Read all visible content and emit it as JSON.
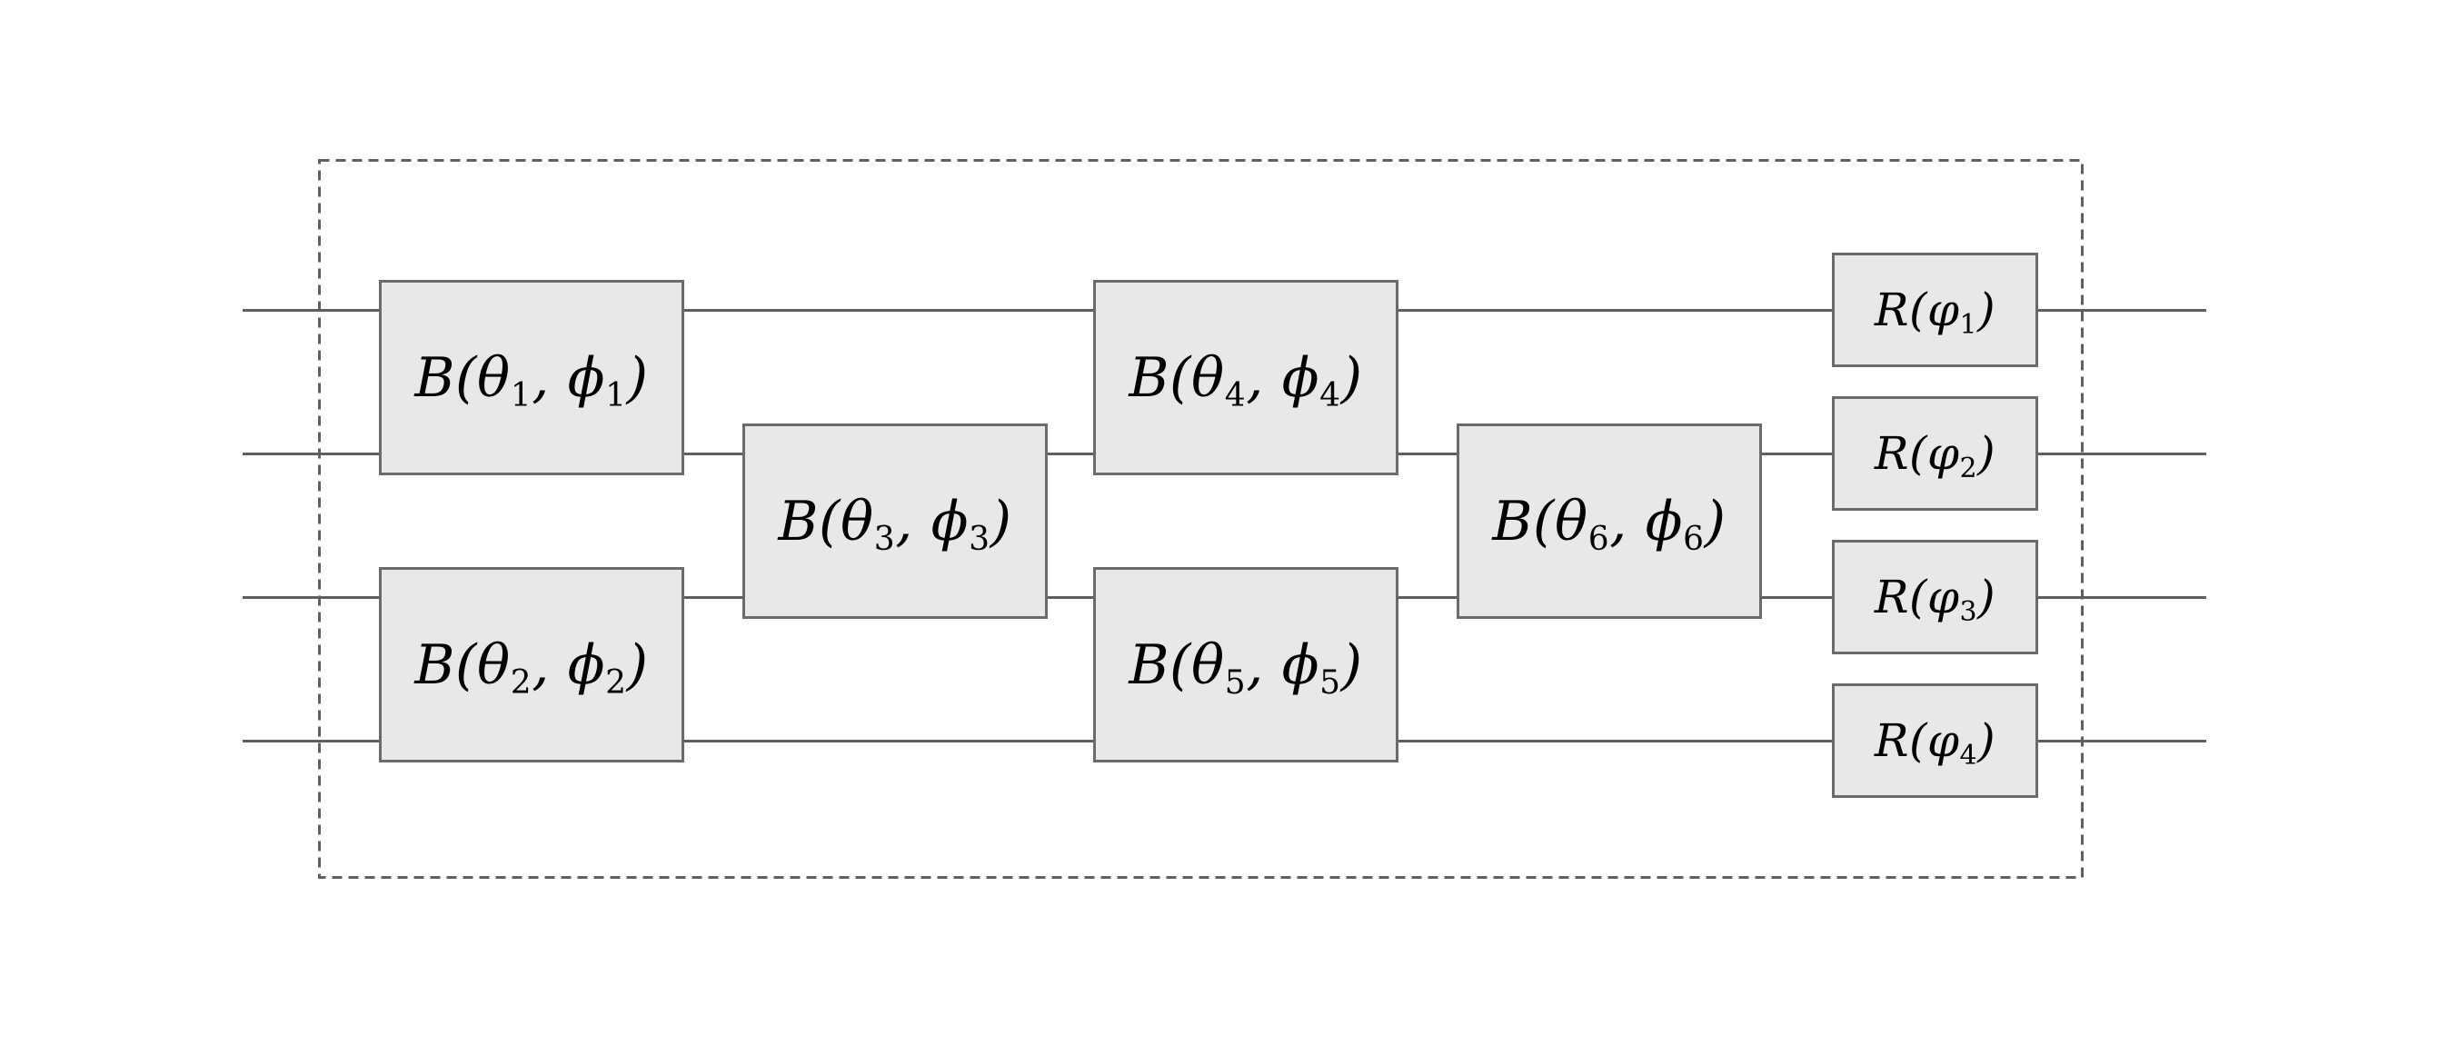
{
  "figure": {
    "kind": "photonic-quantum-circuit-diagram",
    "background": "#ffffff",
    "colors": {
      "gate_fill": "#e8e8e8",
      "gate_border": "#6b6b6b",
      "wire": "#5f5f5f",
      "boundary_dash": "#606060",
      "text": "#000000"
    },
    "wires": {
      "count": 4
    },
    "gates": {
      "b1": {
        "label": "B(θ₁, ϕ₁)",
        "open": "B(θ",
        "sub1": "1",
        "mid": ", ϕ",
        "sub2": "1",
        "close": ")",
        "wires": [
          1,
          2
        ]
      },
      "b2": {
        "label": "B(θ₂, ϕ₂)",
        "open": "B(θ",
        "sub1": "2",
        "mid": ", ϕ",
        "sub2": "2",
        "close": ")",
        "wires": [
          3,
          4
        ]
      },
      "b3": {
        "label": "B(θ₃, ϕ₃)",
        "open": "B(θ",
        "sub1": "3",
        "mid": ", ϕ",
        "sub2": "3",
        "close": ")",
        "wires": [
          2,
          3
        ]
      },
      "b4": {
        "label": "B(θ₄, ϕ₄)",
        "open": "B(θ",
        "sub1": "4",
        "mid": ", ϕ",
        "sub2": "4",
        "close": ")",
        "wires": [
          1,
          2
        ]
      },
      "b5": {
        "label": "B(θ₅, ϕ₅)",
        "open": "B(θ",
        "sub1": "5",
        "mid": ", ϕ",
        "sub2": "5",
        "close": ")",
        "wires": [
          3,
          4
        ]
      },
      "b6": {
        "label": "B(θ₆, ϕ₆)",
        "open": "B(θ",
        "sub1": "6",
        "mid": ", ϕ",
        "sub2": "6",
        "close": ")",
        "wires": [
          2,
          3
        ]
      },
      "r1": {
        "label": "R(φ₁)",
        "open": "R(φ",
        "sub1": "1",
        "close": ")",
        "wire": 1
      },
      "r2": {
        "label": "R(φ₂)",
        "open": "R(φ",
        "sub1": "2",
        "close": ")",
        "wire": 2
      },
      "r3": {
        "label": "R(φ₃)",
        "open": "R(φ",
        "sub1": "3",
        "close": ")",
        "wire": 3
      },
      "r4": {
        "label": "R(φ₄)",
        "open": "R(φ",
        "sub1": "4",
        "close": ")",
        "wire": 4
      }
    }
  }
}
